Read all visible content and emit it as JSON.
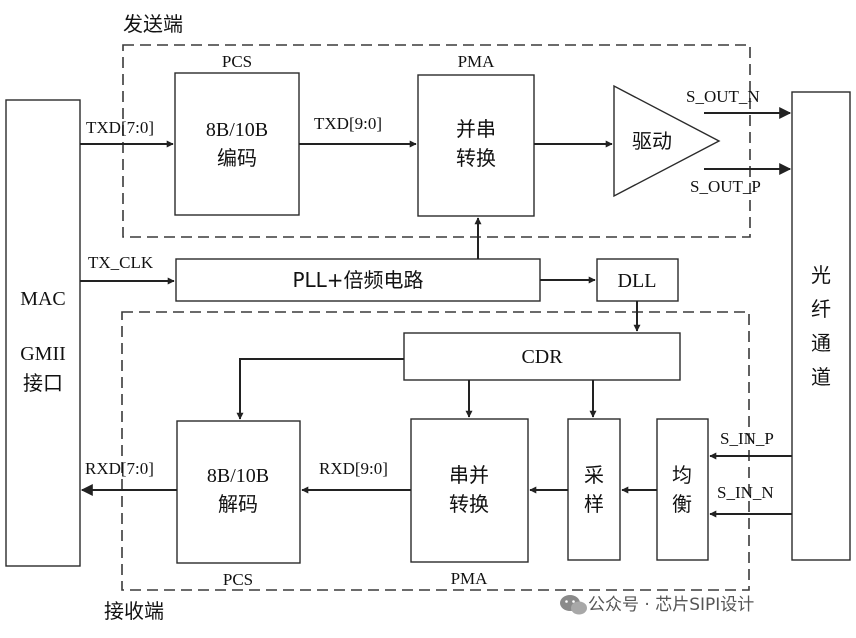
{
  "regions": {
    "tx": "发送端",
    "rx": "接收端"
  },
  "blocks": {
    "mac": [
      "MAC",
      "GMII",
      "接口"
    ],
    "tx_pcs_title": "PCS",
    "encoder": [
      "8B/10B",
      "编码"
    ],
    "tx_pma_title": "PMA",
    "serializer": [
      "并串",
      "转换"
    ],
    "driver": "驱动",
    "pll": "PLL+倍频电路",
    "dll": "DLL",
    "cdr": "CDR",
    "decoder": [
      "8B/10B",
      "解码"
    ],
    "rx_pcs_title": "PCS",
    "deserializer": [
      "串并",
      "转换"
    ],
    "rx_pma_title": "PMA",
    "sampler": [
      "采",
      "样"
    ],
    "equalizer": [
      "均",
      "衡"
    ],
    "fiber": [
      "光",
      "纤",
      "通",
      "道"
    ]
  },
  "signals": {
    "txd_in": "TXD[7:0]",
    "txd_enc": "TXD[9:0]",
    "tx_clk": "TX_CLK",
    "s_out_n": "S_OUT_N",
    "s_out_p": "S_OUT_P",
    "rxd_out": "RXD[7:0]",
    "rxd_dec": "RXD[9:0]",
    "s_in_p": "S_IN_P",
    "s_in_n": "S_IN_N"
  },
  "watermark": "公众号 · 芯片SIPI设计",
  "colors": {
    "line": "#222222",
    "box": "#2b2b2b",
    "watermark": "#555555"
  }
}
